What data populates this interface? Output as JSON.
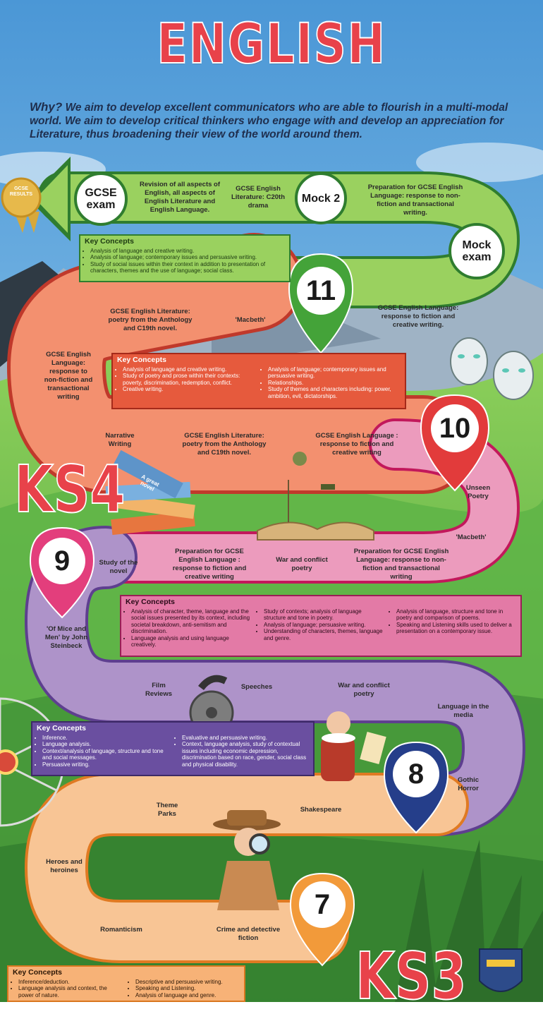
{
  "title": "ENGLISH",
  "why": {
    "lead": "Why?",
    "text": " We aim to develop excellent communicators who are able to flourish in a multi-modal world. We aim to develop critical thinkers who engage with and develop an appreciation for Literature, thus broadening their view of the world around them."
  },
  "medal": "GCSE RESULTS",
  "y11": {
    "badge_gcse": "GCSE exam",
    "revision": "Revision of all aspects of English, all aspects of English Literature and English Language.",
    "c20": "GCSE English Literature: C20th drama",
    "mock2": "Mock 2",
    "prep_lang": "Preparation for GCSE English Language: response to non-fiction and transactional writing.",
    "mock_exam": "Mock exam",
    "pin": "11",
    "kc_title": "Key Concepts",
    "kc": [
      "Analysis of language and creative writing.",
      "Analysis of language; contemporary issues and persuasive writing.",
      "Study of social issues within their context in addition to presentation of characters, themes and the use of language; social class."
    ]
  },
  "y10": {
    "poetry_top": "GCSE English Literature: poetry from the Anthology and C19th novel.",
    "macbeth": "'Macbeth'",
    "lang_fiction_top": "GCSE English Language: response to fiction and creative writing.",
    "left_lang": "GCSE English Language: response to non-fiction and transactional writing",
    "narrative": "Narrative Writing",
    "poetry_bottom": "GCSE English Literature: poetry from the Anthology and C19th novel.",
    "lang_fiction_bottom": "GCSE English Language : response to fiction and creative writing",
    "pin": "10",
    "kc_title": "Key Concepts",
    "kc_left": [
      "Analysis of language and creative writing.",
      "Study of poetry and prose within their contexts: poverty, discrimination, redemption, conflict.",
      "Creative writing."
    ],
    "kc_right": [
      "Analysis of language; contemporary issues and persuasive writing.",
      "Relationships.",
      "Study of themes and characters including: power, ambition, evil, dictatorships."
    ]
  },
  "ks4": "KS4",
  "y9": {
    "unseen": "Unseen Poetry",
    "macbeth": "'Macbeth'",
    "pin": "9",
    "novel": "Study of the novel",
    "prep_fiction": "Preparation for GCSE English Language : response to fiction and creative writing",
    "war": "War and conflict poetry",
    "prep_nonfiction": "Preparation for GCSE English Language: response to non-fiction and transactional writing",
    "mice": "'Of Mice and Men' by John Steinbeck",
    "kc_title": "Key Concepts",
    "kc_col1": [
      "Analysis of character, theme, language and the social issues presented by its context, including societal breakdown, anti-semitism and discrimination.",
      "Language analysis and using language creatively."
    ],
    "kc_col2": [
      "Study of contexts; analysis of language structure and tone in poetry.",
      "Analysis of language; persuasive writing.",
      "Understanding of characters, themes, language and genre."
    ],
    "kc_col3": [
      "Analysis of language, structure and tone in poetry and comparison of poems.",
      "Speaking and Listening skills used to deliver a presentation on a contemporary issue."
    ]
  },
  "y8": {
    "film": "Film Reviews",
    "speeches": "Speeches",
    "war": "War and conflict poetry",
    "media": "Language in the media",
    "pin": "8",
    "gothic": "Gothic Horror",
    "shakespeare": "Shakespeare",
    "theme_parks": "Theme Parks",
    "kc_title": "Key Concepts",
    "kc_left": [
      "Inference.",
      "Language analysis.",
      "Context/analysis of language, structure and tone and social messages.",
      "Persuasive writing."
    ],
    "kc_right": [
      "Evaluative and persuasive writing.",
      "Context, language analysis, study of contextual issues including economic depression, discrimination based on race, gender, social class and physical disability."
    ]
  },
  "y7": {
    "heroes": "Heroes and heroines",
    "romanticism": "Romanticism",
    "crime": "Crime and detective fiction",
    "pin": "7",
    "kc_title": "Key Concepts",
    "kc_left": [
      "Inference/deduction.",
      "Language analysis and context, the power of nature."
    ],
    "kc_right": [
      "Descriptive and persuasive writing.",
      "Speaking and Listening.",
      "Analysis of language and genre."
    ]
  },
  "ks3": "KS3",
  "book_text": "A great novel",
  "colors": {
    "sky": "#5aa6dd",
    "green_path": "#7fbf4d",
    "red_path": "#f08060",
    "pink_path": "#e58bb0",
    "purple_path": "#a486c0",
    "orange_path": "#f5c08c",
    "title_red": "#e8424a"
  }
}
